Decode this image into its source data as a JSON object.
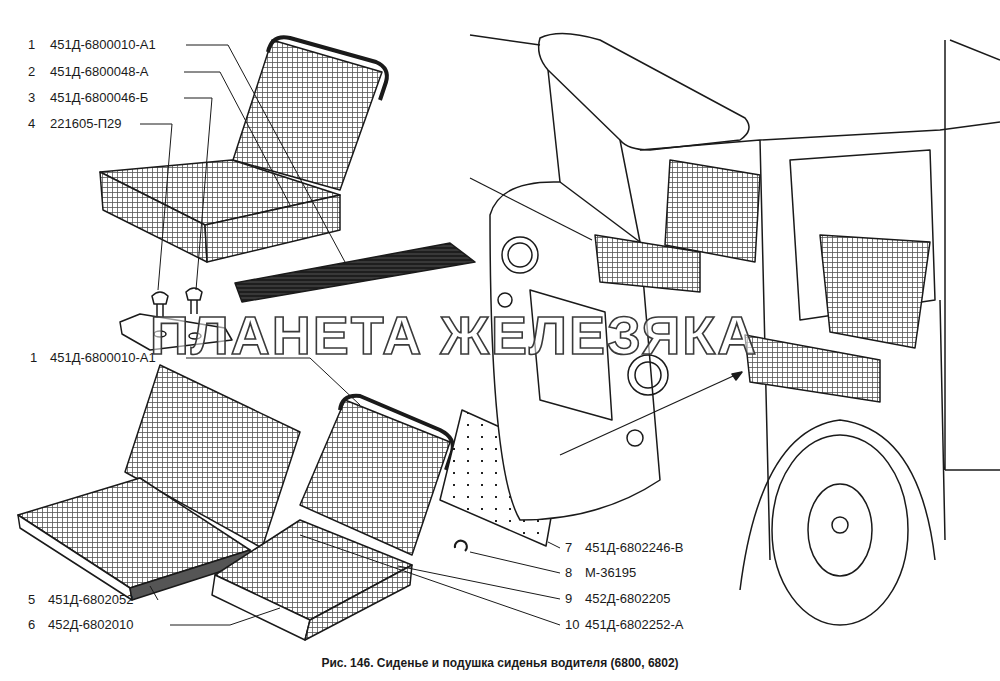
{
  "diagram": {
    "caption": "Рис. 146. Сиденье и подушка сиденья водителя (6800, 6802)",
    "labels": [
      "1",
      "451Д-6800010-А1",
      "2",
      "451Д-6800048-А",
      "3",
      "451Д-6800046-Б",
      "4",
      "221605-П29",
      "1",
      "451Д-6800010-А1",
      "5",
      "451Д-6802052",
      "6",
      "452Д-6802010",
      "7",
      "451Д-6802246-В",
      "8",
      "М-36195",
      "9",
      "452Д-6802205",
      "10",
      "451Д-6802252-А",
      "ПЛАНЕТА ЖЕЛЕЗЯКА"
    ]
  }
}
